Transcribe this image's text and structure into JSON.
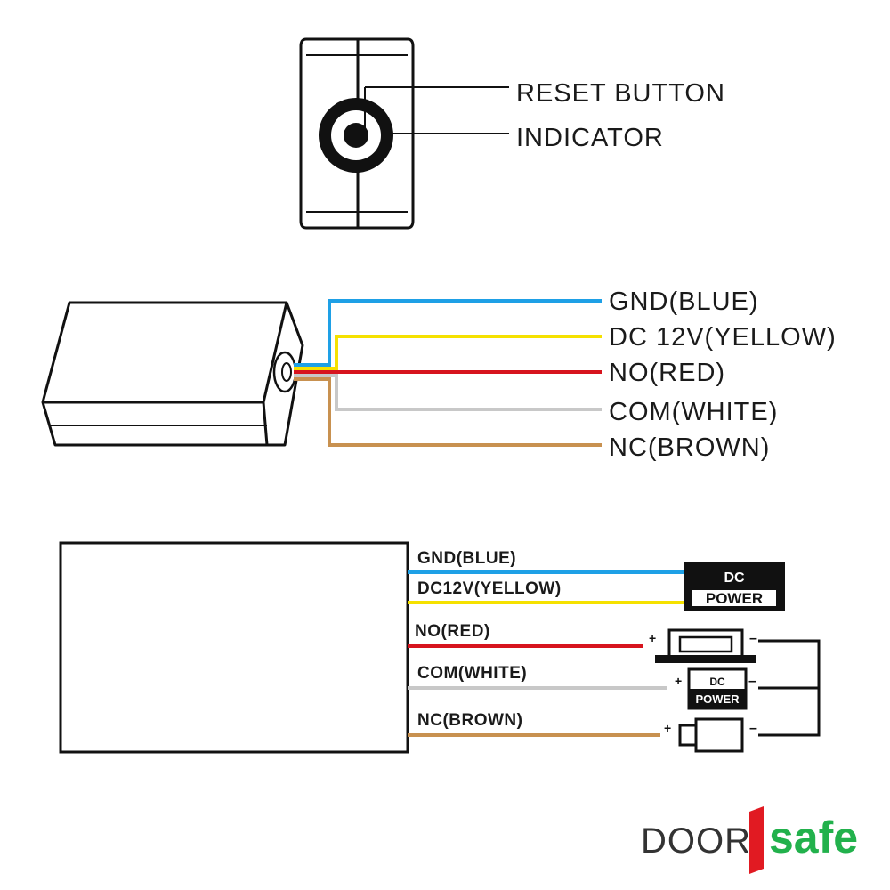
{
  "button_section": {
    "reset_label": "RESET BUTTON",
    "indicator_label": "INDICATOR"
  },
  "wire_section": {
    "wires": [
      {
        "label": "GND(BLUE)",
        "color": "#1ea0e6"
      },
      {
        "label": "DC 12V(YELLOW)",
        "color": "#f5e100"
      },
      {
        "label": "NO(RED)",
        "color": "#d7141e"
      },
      {
        "label": "COM(WHITE)",
        "color": "#c8c8c8"
      },
      {
        "label": "NC(BROWN)",
        "color": "#c89150"
      }
    ]
  },
  "wiring_diagram": {
    "wires": [
      {
        "label": "GND(BLUE)",
        "color": "#1ea0e6"
      },
      {
        "label": "DC12V(YELLOW)",
        "color": "#f5e100"
      },
      {
        "label": "NO(RED)",
        "color": "#d7141e"
      },
      {
        "label": "COM(WHITE)",
        "color": "#c8c8c8"
      },
      {
        "label": "NC(BROWN)",
        "color": "#c89150"
      }
    ],
    "power_box": {
      "line1": "DC",
      "line2": "POWER"
    },
    "small_power_box": {
      "line1": "DC",
      "line2": "POWER"
    },
    "plus_symbol": "+",
    "minus_symbol": "–"
  },
  "logo": {
    "door_text": "DOOR",
    "safe_text": "safe",
    "accent_color": "#e11a22",
    "safe_color": "#22b14c"
  }
}
